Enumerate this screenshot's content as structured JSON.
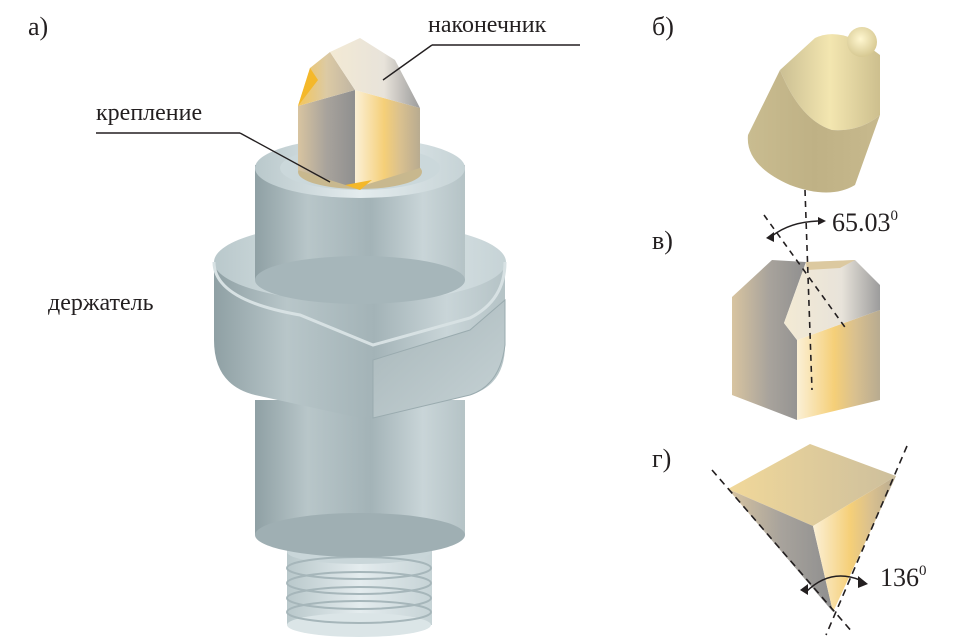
{
  "figure": {
    "panels": [
      {
        "id": "a",
        "label": "а)"
      },
      {
        "id": "b",
        "label": "б)"
      },
      {
        "id": "v",
        "label": "в)"
      },
      {
        "id": "g",
        "label": "г)"
      }
    ],
    "parts": {
      "tip": "наконечник",
      "mount": "крепление",
      "holder": "держатель"
    },
    "angles": {
      "v": {
        "value": "65.03",
        "unit": "0"
      },
      "g": {
        "value": "136",
        "unit": "0"
      }
    },
    "colors": {
      "steel_light": "#dde7ea",
      "steel_mid": "#a9b9bd",
      "steel_dark": "#8a9a9e",
      "gold_light": "#fbefd2",
      "gold_mid": "#e8cf9a",
      "gold_bright": "#f7c043",
      "gray_face": "#9c9a97",
      "carbide": "#d8cb9c"
    }
  }
}
